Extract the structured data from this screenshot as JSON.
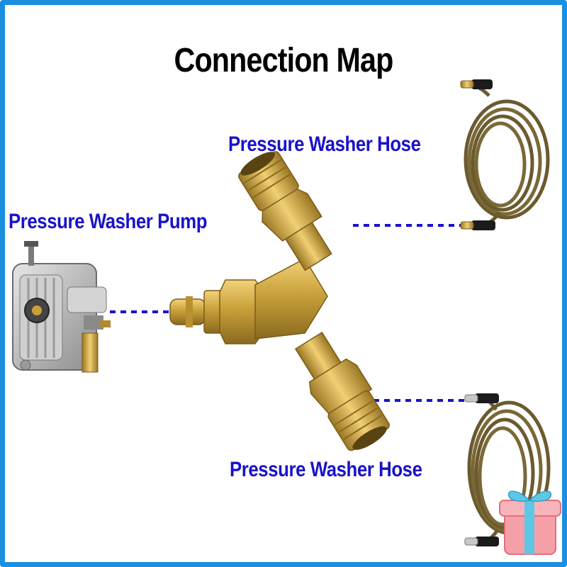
{
  "title": "Connection Map",
  "labels": {
    "hose_top": "Pressure Washer Hose",
    "pump": "Pressure Washer Pump",
    "hose_bottom": "Pressure Washer Hose"
  },
  "colors": {
    "frame": "#1a8fe0",
    "label_text": "#1a12c8",
    "connector_line": "#1a12c8",
    "brass": "#c9a03a",
    "hose": "#6b5a2e"
  },
  "icons": [
    "pump-image",
    "y-splitter-image",
    "hose-coil-image",
    "gift-icon"
  ]
}
